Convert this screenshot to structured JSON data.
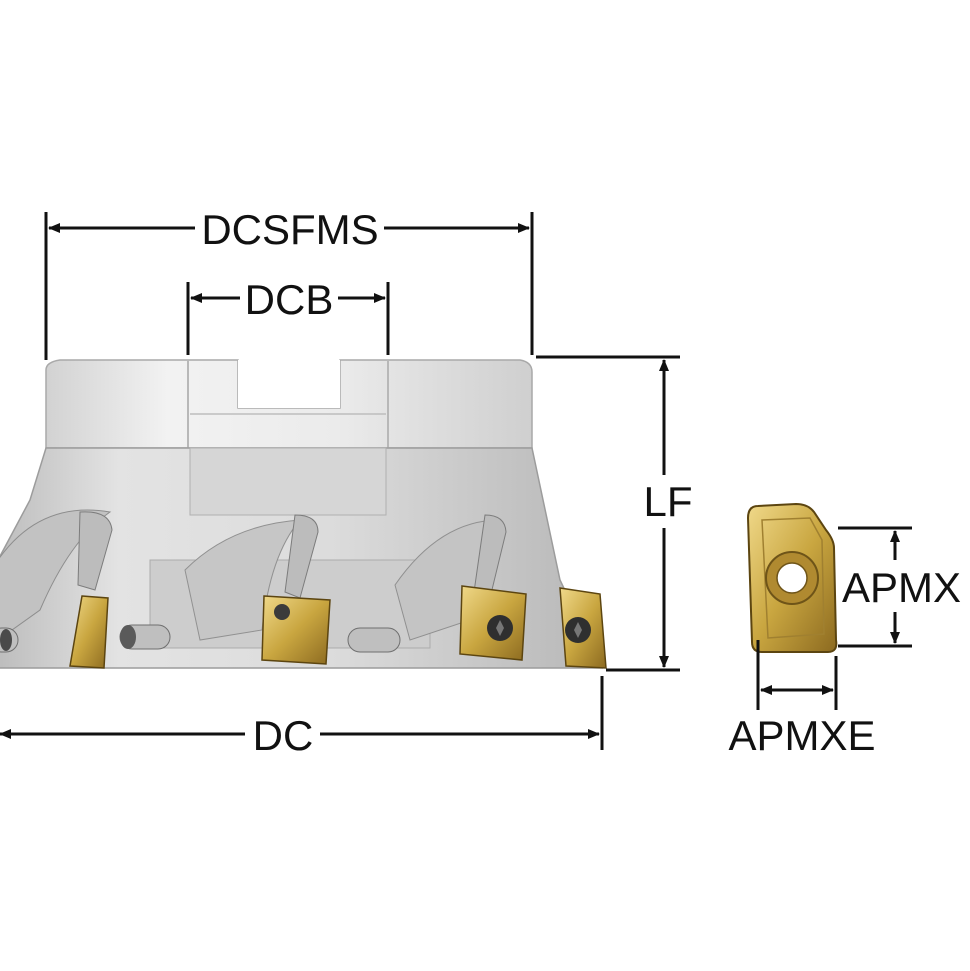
{
  "labels": {
    "dcsfms": "DCSFMS",
    "dcb": "DCB",
    "lf": "LF",
    "dc": "DC",
    "apmx": "APMX",
    "apmxe": "APMXE"
  },
  "colors": {
    "body_light": "#e6e6e6",
    "body_mid": "#cfcfcf",
    "body_dark": "#9d9d9d",
    "insert_gold": "#c9a640",
    "insert_dark": "#6e5418",
    "line": "#111111"
  }
}
